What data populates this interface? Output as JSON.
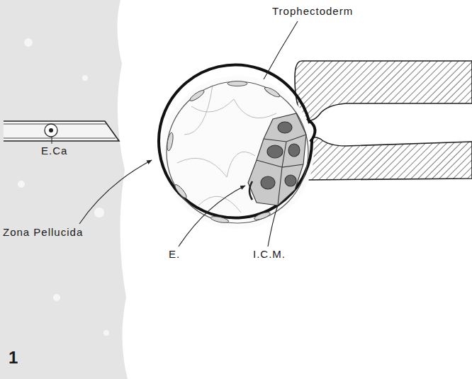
{
  "diagram": {
    "labels": [
      "Trophectoderm",
      "E.Ca",
      "Zona Pellucida",
      "E.",
      "I.C.M.",
      "1"
    ]
  }
}
